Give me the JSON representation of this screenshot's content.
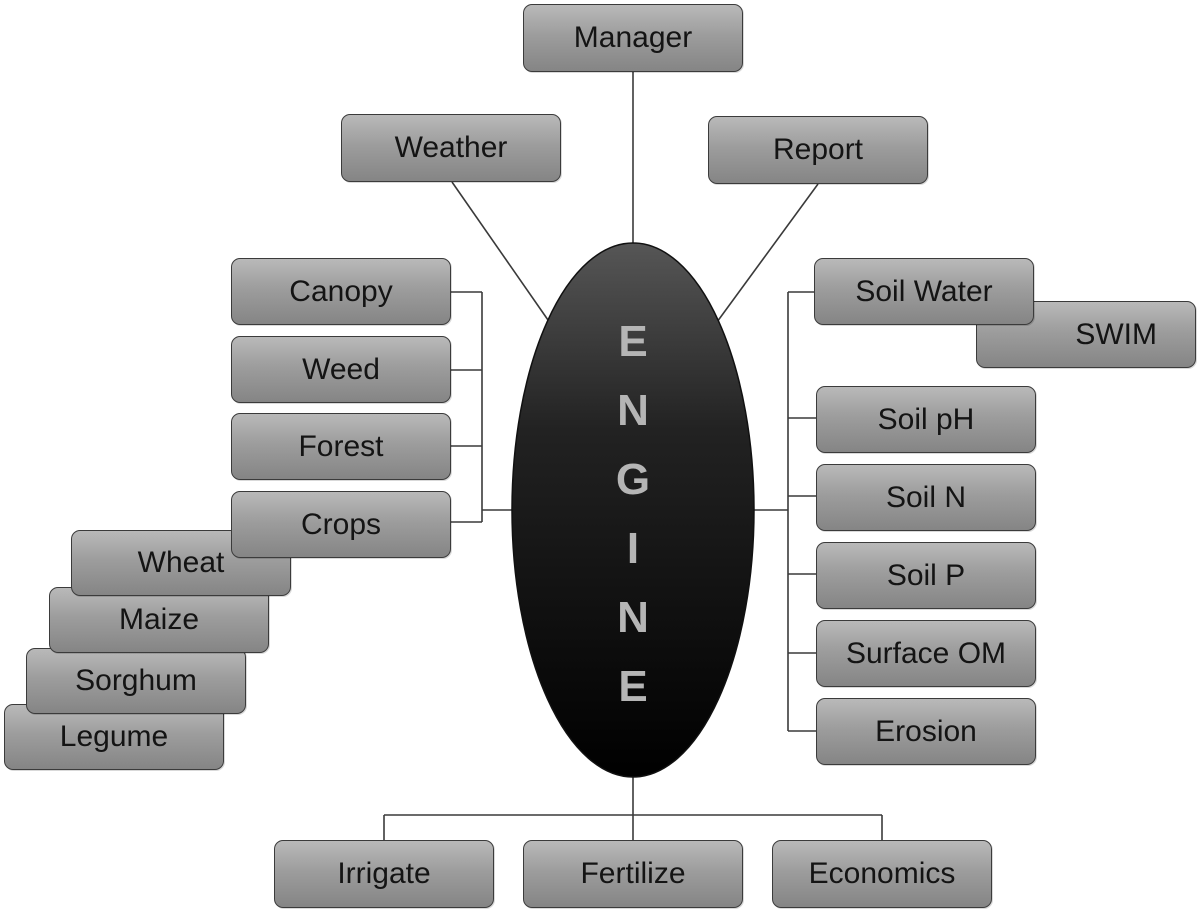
{
  "engine": {
    "letters": [
      "E",
      "N",
      "G",
      "I",
      "N",
      "E"
    ]
  },
  "top": {
    "manager": "Manager",
    "weather": "Weather",
    "report": "Report"
  },
  "left": {
    "canopy": "Canopy",
    "weed": "Weed",
    "forest": "Forest",
    "crops": "Crops"
  },
  "crops": {
    "wheat": "Wheat",
    "maize": "Maize",
    "sorghum": "Sorghum",
    "legume": "Legume"
  },
  "right": {
    "soil_water": "Soil Water",
    "swim": "SWIM",
    "soil_ph": "Soil pH",
    "soil_n": "Soil N",
    "soil_p": "Soil P",
    "surface_om": "Surface OM",
    "erosion": "Erosion"
  },
  "bottom": {
    "irrigate": "Irrigate",
    "fertilize": "Fertilize",
    "economics": "Economics"
  }
}
